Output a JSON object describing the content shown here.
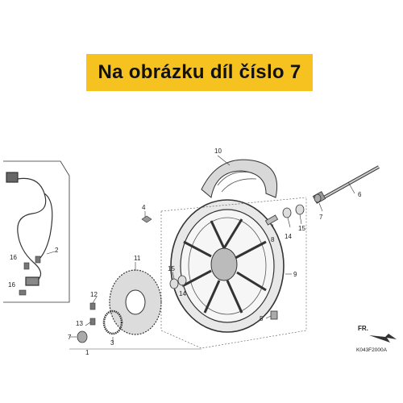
{
  "banner": {
    "text": "Na obrázku díl číslo 7",
    "background": "#f6c21f"
  },
  "diagram_code": "K043F2000A",
  "direction_label": "FR.",
  "callouts": [
    "1",
    "2",
    "3",
    "4",
    "5",
    "6",
    "7",
    "8",
    "9",
    "10",
    "11",
    "12",
    "13",
    "14",
    "14",
    "15",
    "15",
    "16",
    "16",
    "7"
  ],
  "icons": {
    "arrow": "front-direction-arrow-icon"
  }
}
